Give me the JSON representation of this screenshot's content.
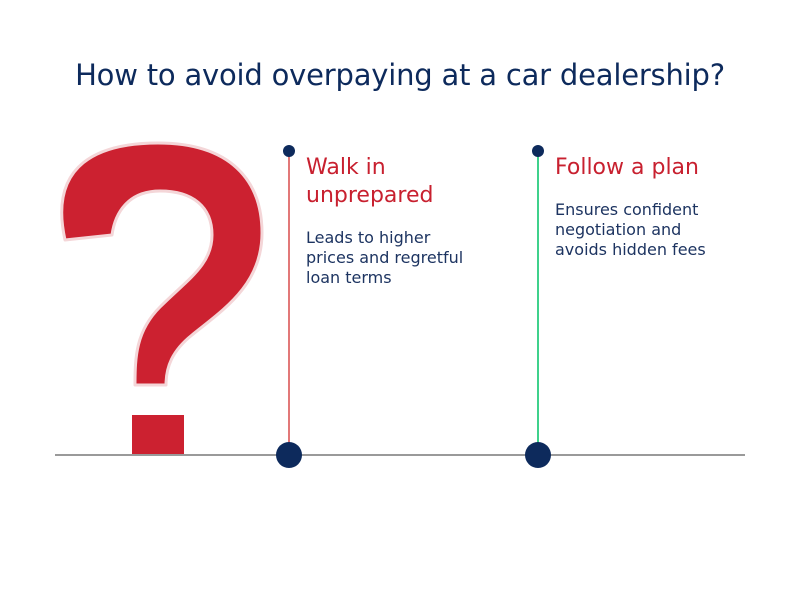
{
  "title": "How to avoid overpaying at a car dealership?",
  "colors": {
    "title": "#0d2a5c",
    "question_mark": "#cc2130",
    "accent_text": "#c8202f",
    "body_text": "#1d3461",
    "dot": "#0d2a5c",
    "stem_left": "#e27878",
    "stem_right": "#3fd18c",
    "baseline": "#9a9a9a"
  },
  "icons": {
    "hero": "question-mark-icon"
  },
  "options": [
    {
      "heading_line1": "Walk in",
      "heading_line2": "unprepared",
      "desc_line1": "Leads to higher",
      "desc_line2": "prices and regretful",
      "desc_line3": "loan terms"
    },
    {
      "heading_line1": "Follow a plan",
      "desc_line1": "Ensures confident",
      "desc_line2": "negotiation and",
      "desc_line3": "avoids hidden fees"
    }
  ]
}
